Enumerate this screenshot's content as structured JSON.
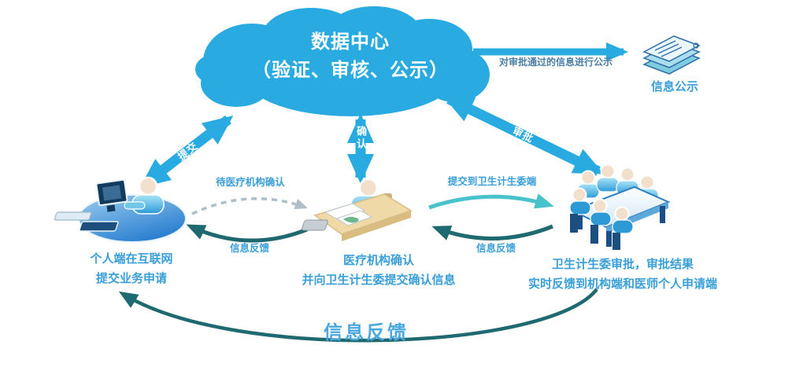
{
  "diagram": {
    "type": "flow-diagram",
    "background": "#ffffff"
  },
  "colors": {
    "cloud_blue": "#29abe2",
    "label_blue": "#3a9fd8",
    "dark_teal": "#1e6a70",
    "light_cyan": "#49c2cc",
    "dashed_gray": "#aebfc9",
    "publish_text": "#4c7fa6",
    "white": "#ffffff"
  },
  "cloud": {
    "title_line1": "数据中心",
    "title_line2": "（验证、审核、公示）"
  },
  "cloud_arrows": {
    "left_label": "提交",
    "middle_label": "确认",
    "right_label": "审批"
  },
  "publish": {
    "arrow_label": "对审批通过的信息进行公示",
    "icon_label": "信息公示",
    "icon": "document-stack-icon"
  },
  "flows": {
    "pending_confirm": "待医疗机构确认",
    "feedback_left": "信息反馈",
    "submit_commission": "提交到卫生计生委端",
    "feedback_right": "信息反馈",
    "feedback_bottom": "信息反馈"
  },
  "nodes": {
    "individual": {
      "icon": "person-at-computer-icon",
      "line1": "个人端在互联网",
      "line2": "提交业务申请"
    },
    "hospital": {
      "icon": "person-at-desk-icon",
      "line1": "医疗机构确认",
      "line2": "并向卫生计生委提交确认信息"
    },
    "commission": {
      "icon": "meeting-table-icon",
      "line1": "卫生计生委审批，审批结果",
      "line2": "实时反馈到机构端和医师个人申请端"
    }
  }
}
